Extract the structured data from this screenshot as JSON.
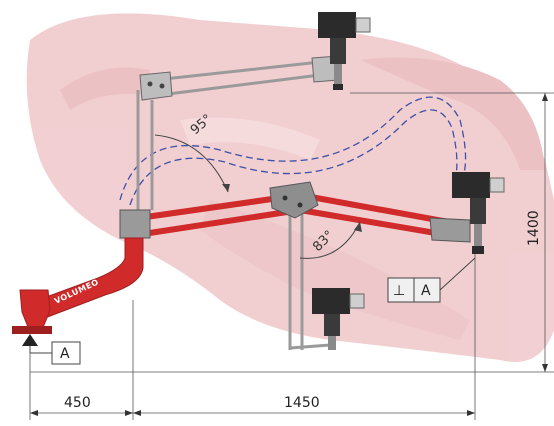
{
  "diagram": {
    "brand": "VOLUMEO",
    "angles": {
      "upper": "95°",
      "lower": "83°"
    },
    "dimensions": {
      "left_width": "450",
      "reach": "1450",
      "height": "1400"
    },
    "datum": {
      "base_label": "A",
      "perp_label": "A",
      "perp_symbol": "⊥"
    },
    "colors": {
      "arm_red": "#d02a2a",
      "arm_dark": "#9e1f1f",
      "silhouette": "#e7a8ad",
      "frame_gray": "#b8b8b8",
      "dashed_path": "#3d4fa8",
      "tool_dark": "#2b2b2b"
    }
  }
}
